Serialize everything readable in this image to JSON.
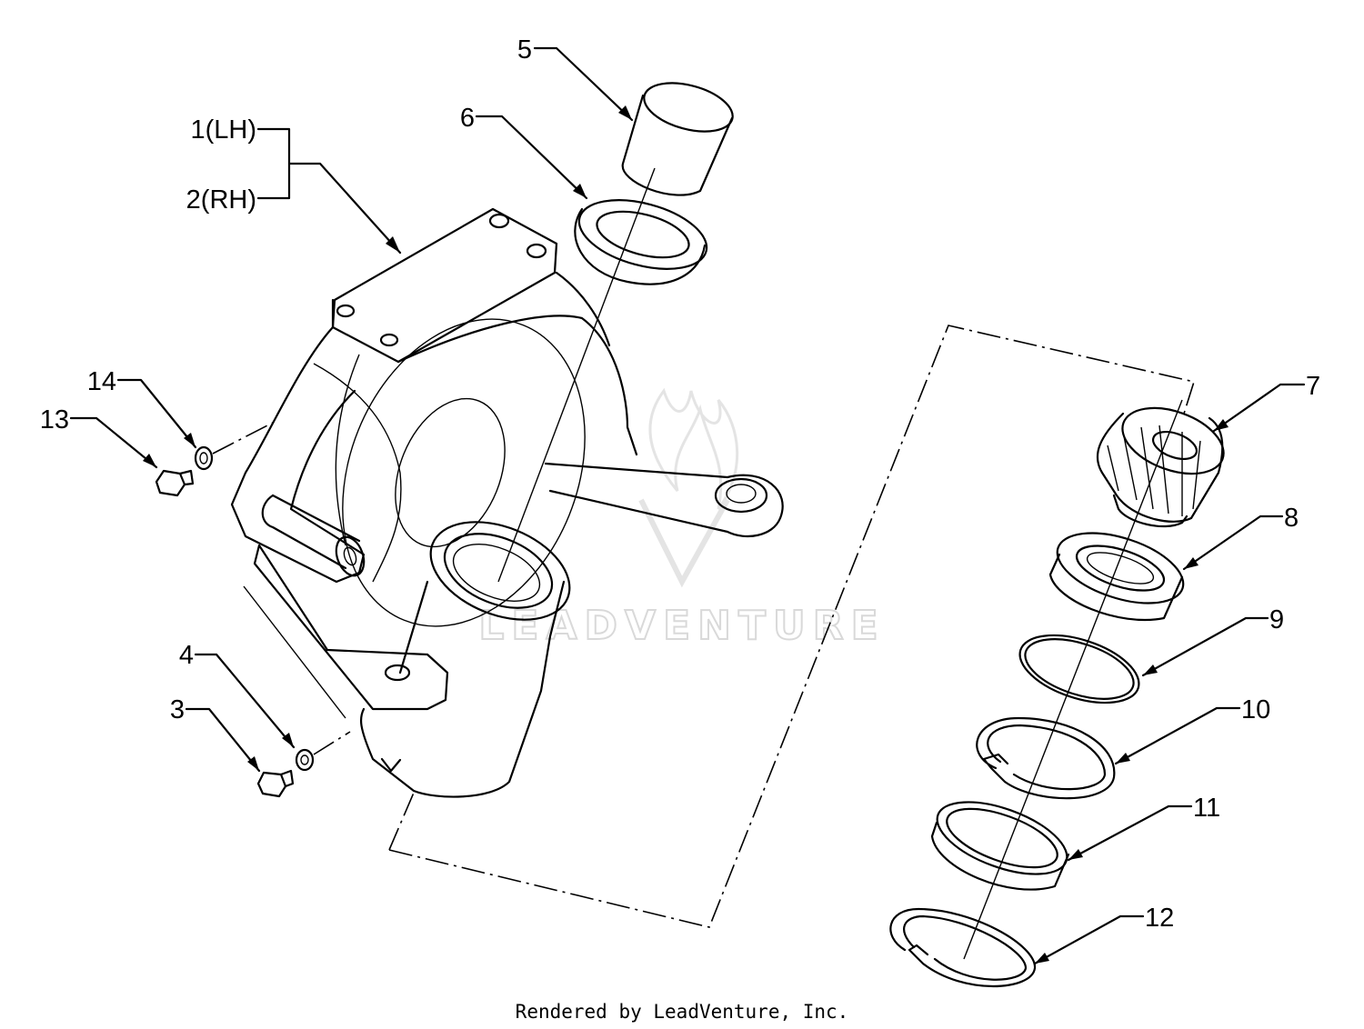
{
  "callouts": [
    {
      "id": "c1",
      "label": "1(LH)"
    },
    {
      "id": "c2",
      "label": "2(RH)"
    },
    {
      "id": "c3",
      "label": "3"
    },
    {
      "id": "c4",
      "label": "4"
    },
    {
      "id": "c5",
      "label": "5"
    },
    {
      "id": "c6",
      "label": "6"
    },
    {
      "id": "c7",
      "label": "7"
    },
    {
      "id": "c8",
      "label": "8"
    },
    {
      "id": "c9",
      "label": "9"
    },
    {
      "id": "c10",
      "label": "10"
    },
    {
      "id": "c11",
      "label": "11"
    },
    {
      "id": "c12",
      "label": "12"
    },
    {
      "id": "c13",
      "label": "13"
    },
    {
      "id": "c14",
      "label": "14"
    }
  ],
  "watermark": {
    "text": "LEADVENTURE"
  },
  "footer": {
    "text": "Rendered by LeadVenture, Inc."
  },
  "colors": {
    "line": "#000000",
    "watermark": "#d9d9d9",
    "background": "#ffffff"
  }
}
